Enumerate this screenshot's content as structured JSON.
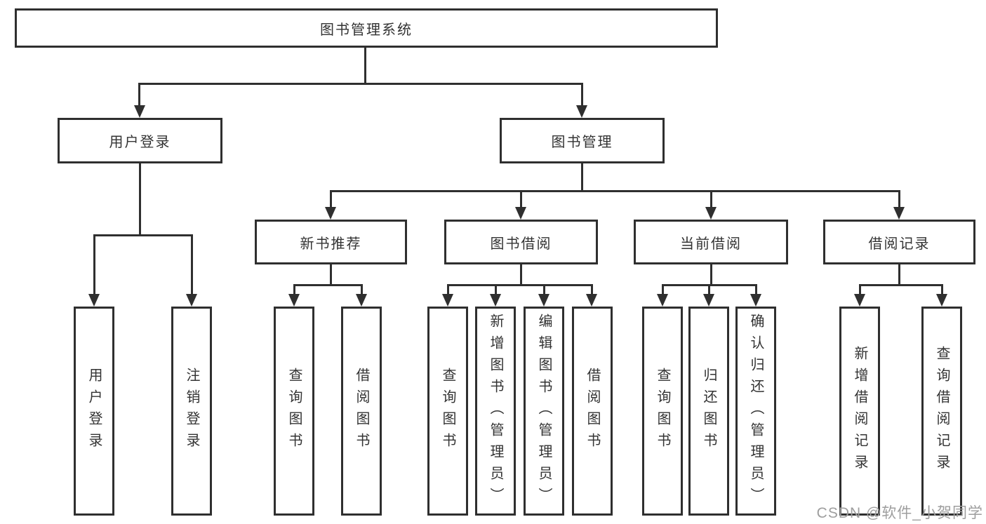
{
  "diagram": {
    "root": {
      "label": "图书管理系统",
      "children": [
        {
          "label": "用户登录",
          "children": [
            {
              "label": "用户登录"
            },
            {
              "label": "注销登录"
            }
          ]
        },
        {
          "label": "图书管理",
          "children": [
            {
              "label": "新书推荐",
              "children": [
                {
                  "label": "查询图书"
                },
                {
                  "label": "借阅图书"
                }
              ]
            },
            {
              "label": "图书借阅",
              "children": [
                {
                  "label": "查询图书"
                },
                {
                  "label": "新增图书（管理员）"
                },
                {
                  "label": "编辑图书（管理员）"
                },
                {
                  "label": "借阅图书"
                }
              ]
            },
            {
              "label": "当前借阅",
              "children": [
                {
                  "label": "查询图书"
                },
                {
                  "label": "归还图书"
                },
                {
                  "label": "确认归还（管理员）"
                }
              ]
            },
            {
              "label": "借阅记录",
              "children": [
                {
                  "label": "新增借阅记录"
                },
                {
                  "label": "查询借阅记录"
                }
              ]
            }
          ]
        }
      ]
    },
    "colors": {
      "line": "#2f2f2f",
      "text": "#333333",
      "background": "#ffffff"
    }
  },
  "watermark": {
    "text": "CSDN @软件_小贺同学",
    "color": "#9e9e9e"
  }
}
